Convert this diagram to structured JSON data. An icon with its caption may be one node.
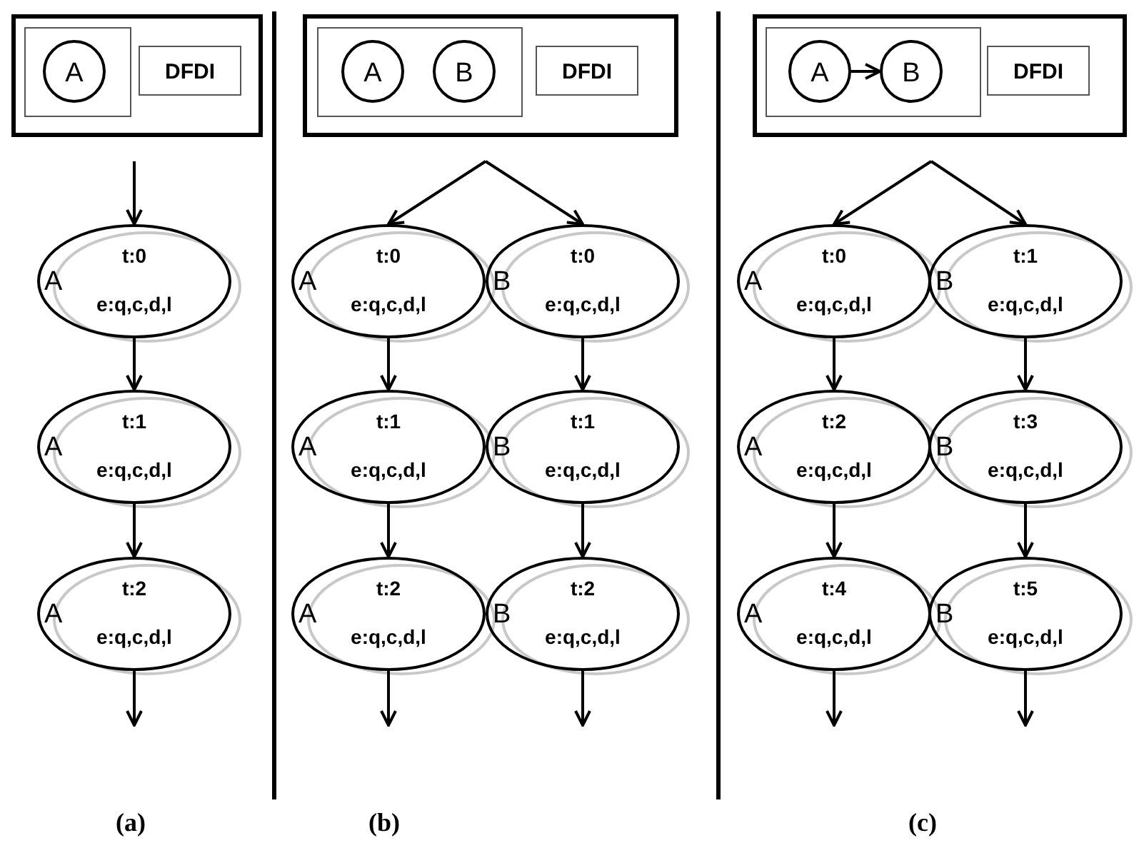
{
  "diagram": {
    "nodes": [
      {
        "text": [],
        "shape": "box"
      },
      {
        "text": [],
        "shape": "box",
        "in": 0
      },
      {
        "text": [
          "A"
        ],
        "in": 1
      },
      {
        "text": [
          "DFDI"
        ],
        "in": 0
      },
      {
        "text": [
          "A",
          "t:0",
          "e:q,c,d,l"
        ]
      },
      {
        "text": [
          "A",
          "t:1",
          "e:q,c,d,l"
        ]
      },
      {
        "text": [
          "A",
          "t:2",
          "e:q,c,d,l"
        ]
      },
      {
        "text": [],
        "shape": "box"
      },
      {
        "text": [],
        "shape": "box",
        "in": 7
      },
      {
        "text": [
          "A"
        ],
        "in": 8
      },
      {
        "text": [
          "B"
        ],
        "in": 8
      },
      {
        "text": [
          "DFDI"
        ],
        "in": 7
      },
      {
        "text": [
          "A",
          "t:0",
          "e:q,c,d,l"
        ]
      },
      {
        "text": [
          "B",
          "t:0",
          "e:q,c,d,l"
        ]
      },
      {
        "text": [
          "A",
          "t:1",
          "e:q,c,d,l"
        ]
      },
      {
        "text": [
          "B",
          "t:1",
          "e:q,c,d,l"
        ]
      },
      {
        "text": [
          "A",
          "t:2",
          "e:q,c,d,l"
        ]
      },
      {
        "text": [
          "B",
          "t:2",
          "e:q,c,d,l"
        ]
      },
      {
        "text": [],
        "shape": "box"
      },
      {
        "text": [],
        "shape": "box",
        "in": 18
      },
      {
        "text": [
          "A"
        ],
        "in": 19
      },
      {
        "text": [
          "B"
        ],
        "in": 19
      },
      {
        "text": [
          "DFDI"
        ],
        "in": 18
      },
      {
        "text": [
          "A",
          "t:0",
          "e:q,c,d,l"
        ]
      },
      {
        "text": [
          "B",
          "t:1",
          "e:q,c,d,l"
        ]
      },
      {
        "text": [
          "A",
          "t:2",
          "e:q,c,d,l"
        ]
      },
      {
        "text": [
          "B",
          "t:3",
          "e:q,c,d,l"
        ]
      },
      {
        "text": [
          "A",
          "t:4",
          "e:q,c,d,l"
        ]
      },
      {
        "text": [
          "B",
          "t:5",
          "e:q,c,d,l"
        ]
      }
    ],
    "edges": [
      {
        "from": null,
        "to": 4,
        "arrow": "to"
      },
      {
        "from": 4,
        "to": 5,
        "arrow": "to"
      },
      {
        "from": 5,
        "to": 6,
        "arrow": "to"
      },
      {
        "from": 6,
        "to": null,
        "arrow": "to"
      },
      {
        "from": null,
        "to": 12,
        "arrow": "to"
      },
      {
        "from": null,
        "to": 13,
        "arrow": "to"
      },
      {
        "from": 12,
        "to": 14,
        "arrow": "to"
      },
      {
        "from": 14,
        "to": 16,
        "arrow": "to"
      },
      {
        "from": 16,
        "to": null,
        "arrow": "to"
      },
      {
        "from": 13,
        "to": 15,
        "arrow": "to"
      },
      {
        "from": 15,
        "to": 17,
        "arrow": "to"
      },
      {
        "from": 17,
        "to": null,
        "arrow": "to"
      },
      {
        "from": 20,
        "to": 21,
        "arrow": "to"
      },
      {
        "from": null,
        "to": 23,
        "arrow": "to"
      },
      {
        "from": null,
        "to": 24,
        "arrow": "to"
      },
      {
        "from": 23,
        "to": 25,
        "arrow": "to"
      },
      {
        "from": 25,
        "to": 27,
        "arrow": "to"
      },
      {
        "from": 27,
        "to": null,
        "arrow": "to"
      },
      {
        "from": 24,
        "to": 26,
        "arrow": "to"
      },
      {
        "from": 26,
        "to": 28,
        "arrow": "to"
      },
      {
        "from": 28,
        "to": null,
        "arrow": "to"
      }
    ],
    "labels": [
      "(a)",
      "(b)",
      "(c)"
    ]
  }
}
